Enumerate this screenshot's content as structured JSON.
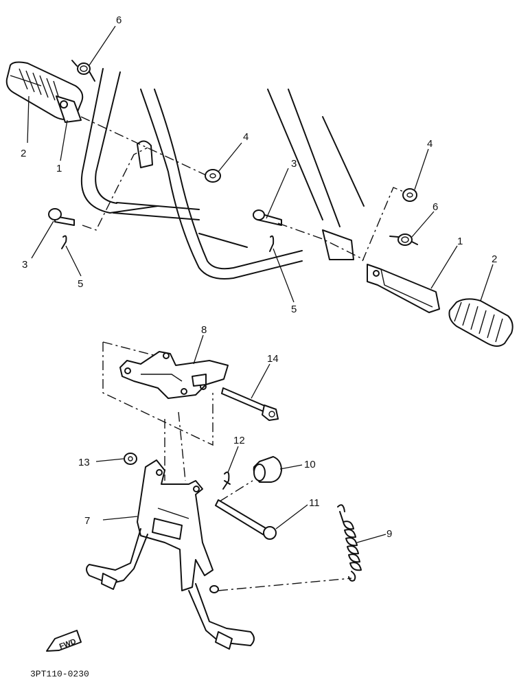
{
  "callouts": {
    "c1a": "1",
    "c1b": "1",
    "c2a": "2",
    "c2b": "2",
    "c3a": "3",
    "c3b": "3",
    "c4a": "4",
    "c4b": "4",
    "c5a": "5",
    "c5b": "5",
    "c6a": "6",
    "c6b": "6",
    "c7": "7",
    "c8": "8",
    "c9": "9",
    "c10": "10",
    "c11": "11",
    "c12": "12",
    "c13": "13",
    "c14": "14"
  },
  "fwd_label": "FWD",
  "drawing_code": "3PT110-0230"
}
